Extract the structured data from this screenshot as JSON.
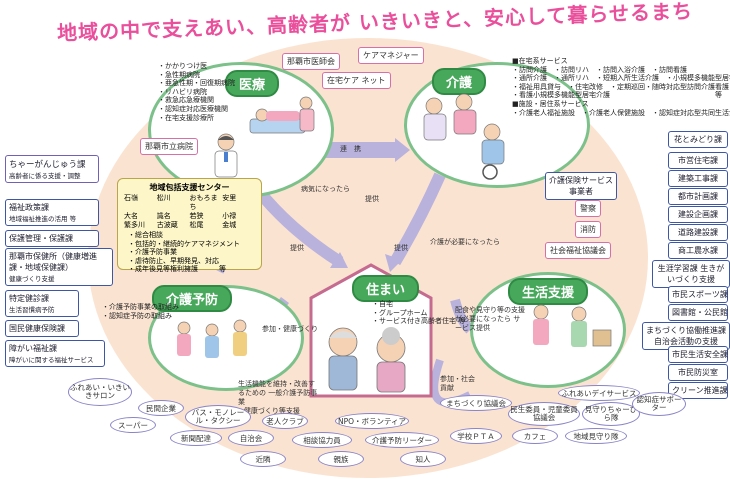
{
  "title": "地域の中で支えあい、高齢者が いきいきと、安心して暮らせるまち",
  "sections": {
    "medical": "医療",
    "care": "介護",
    "housing": "住まい",
    "prevention": "介護予防",
    "life_support": "生活支援"
  },
  "top_boxes": [
    "那覇市医師会",
    "ケアマネジャー",
    "在宅ケア ネット"
  ],
  "medical_list": [
    "・かかりつけ医",
    "・急性期病院",
    "・亜急性期・回復期病院",
    "・リハビリ病院",
    "・救急応急療機関",
    "・認知症対応医療機関",
    "・在宅支援診療所"
  ],
  "medical_hospital": "那覇市立病院",
  "care_list_title1": "■在宅系サービス",
  "care_list1": [
    "・訪問介護",
    "・訪問リハ",
    "・訪問入浴介護",
    "・訪問看護",
    "・通所介護",
    "・通所リハ",
    "・短期入所生活介護",
    "・小規模多機能型居宅介護",
    "・福祉用具貸与",
    "・住宅改修",
    "・定期巡回・随時対応型訪問介護看護",
    "・看護小規模多機能型居宅介護",
    "等"
  ],
  "care_list_title2": "■施設・居住系サービス",
  "care_list2": [
    "・介護老人福祉施設",
    "・介護老人保健施設",
    "・認知症対応型共同生活介護",
    "等"
  ],
  "center": {
    "title": "地域包括支援センター",
    "areas": [
      "石嶺",
      "松川",
      "おもろまち",
      "安里",
      "大名",
      "識名",
      "若狭",
      "小禄",
      "繁多川",
      "古波蔵",
      "松尾",
      "金城"
    ],
    "duties": [
      "・総合相談",
      "・包括的・継続的ケアマネジメント",
      "・介護予防事業",
      "・虐待防止、早期発見、対応",
      "・成年後見等権利擁護",
      "等"
    ]
  },
  "left_boxes": [
    {
      "title": "ちゃーがんじゅう課",
      "sub": "高齢者に係る支援・調整"
    },
    {
      "title": "福祉政策課",
      "sub": "地域福祉推進の活用 等"
    },
    {
      "title": "保護管理・保護課",
      "sub": ""
    },
    {
      "title": "那覇市保健所（健康増進課・地域保健課）",
      "sub": "健康づくり支援"
    },
    {
      "title": "特定健診課",
      "sub": "生活習慣病予防"
    },
    {
      "title": "国民健康保険課",
      "sub": ""
    },
    {
      "title": "障がい福祉課",
      "sub": "障がいに関する福祉サービス"
    }
  ],
  "right_boxes": [
    "花とみどり課",
    "市営住宅課",
    "建築工事課",
    "都市計画課",
    "建設企画課",
    "道路建設課",
    "商工農水課",
    "生涯学習課 生きがいづくり支援",
    "市民スポーツ課",
    "図書館・公民館",
    "まちづくり協働推進課 自治会活動の支援",
    "市民生活安全課",
    "市民防災室",
    "クリーン推進課"
  ],
  "care_right_boxes": [
    "介護保険サービス事業者",
    "警察",
    "消防",
    "社会福祉協議会"
  ],
  "housing_list": [
    "・自宅",
    "・グループホーム",
    "・サービス付き高齢者住宅 等"
  ],
  "prevention_list": [
    "・介護予防事業の取組み",
    "・認知症予防の取組み"
  ],
  "arrow_labels": {
    "cooperation": "連　携",
    "sick": "病気になったら",
    "offer1": "提供",
    "offer2": "提供",
    "offer3": "提供",
    "need_care": "介護が必要になったら",
    "participate": "参加・健康づくり",
    "participate2": "参加・社会貢献",
    "life_support_note": "配食や見守り等の支援が必要になったら サービス提供",
    "prevention_note": "生活機能を維持・改善するための 一般介護予防事業",
    "prevention_note2": "→健康づくり等支援"
  },
  "ovals": [
    "ふれあい・いきいきサロン",
    "民間企業",
    "スーパー",
    "新聞配達",
    "バス・モノレール・タクシー",
    "老人クラブ",
    "自治会",
    "相談協力員",
    "近隣",
    "親族",
    "知人",
    "NPO・ボランティア",
    "介護予防リーダー",
    "学校ＰＴＡ",
    "まちづくり協議会",
    "民生委員・児童委員協議会",
    "カフェ",
    "地域見守り隊",
    "ふれあいデイサービス",
    "見守りちゃーびら隊",
    "認知症サポーター"
  ]
}
